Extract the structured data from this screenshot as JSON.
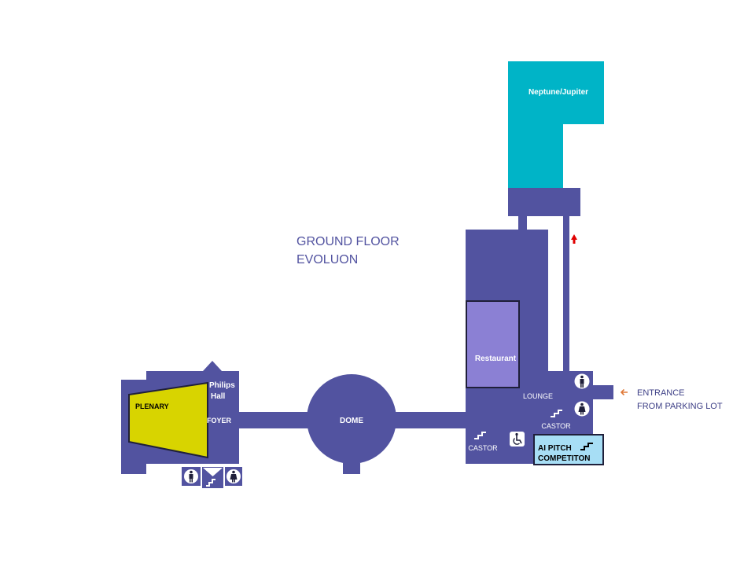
{
  "title": {
    "line1": "GROUND FLOOR",
    "line2": "EVOLUON"
  },
  "rooms": {
    "neptune": "Neptune/Jupiter",
    "restaurant": "Restaurant",
    "lounge": "LOUNGE",
    "dome": "DOME",
    "plenary": "PLENARY",
    "philips_line1": "Philips",
    "philips_line2": "Hall",
    "foyer": "FOYER",
    "castor_left": "CASTOR",
    "castor_right": "CASTOR",
    "ai_pitch_line1": "AI PITCH",
    "ai_pitch_line2": "COMPETITON"
  },
  "entrance": {
    "line1": "ENTRANCE",
    "line2": "FROM PARKING LOT"
  },
  "icons": [
    "toilet-icon",
    "stairs-icon",
    "wheelchair-icon",
    "entrance-arrow-icon",
    "up-arrow-icon"
  ],
  "colors": {
    "building": "#5253a0",
    "neptune": "#00b4c7",
    "restaurant": "#8b80d4",
    "plenary": "#d8d400",
    "ai_pitch": "#a7def5",
    "entrance_arrow": "#e07a3a",
    "up_arrow": "#e00000"
  }
}
